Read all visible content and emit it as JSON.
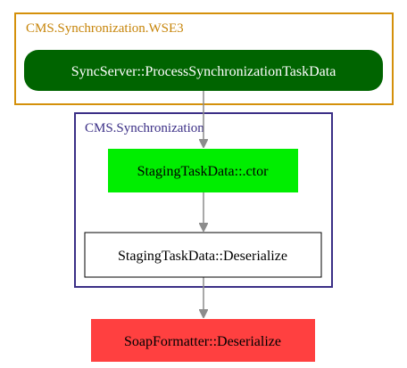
{
  "colors": {
    "cluster_wse3_border": "#d4900b",
    "cluster_wse3_label": "#c7850a",
    "cluster_sync_border": "#3b2f86",
    "cluster_sync_label": "#3b2f86",
    "node_syncserver_fill": "#006400",
    "node_syncserver_text": "#ffffff",
    "node_ctor_fill": "#00ee00",
    "node_ctor_text": "#000000",
    "node_deserialize_fill": "#ffffff",
    "node_deserialize_border": "#000000",
    "node_soap_fill": "#ff4040",
    "node_soap_text": "#000000",
    "edge": "#8c8c8c"
  },
  "clusters": {
    "wse3": {
      "label": "CMS.Synchronization.WSE3"
    },
    "sync": {
      "label": "CMS.Synchronization"
    }
  },
  "nodes": {
    "syncserver": {
      "label": "SyncServer::ProcessSynchronizationTaskData"
    },
    "ctor": {
      "label": "StagingTaskData::.ctor"
    },
    "deserialize": {
      "label": "StagingTaskData::Deserialize"
    },
    "soap": {
      "label": "SoapFormatter::Deserialize"
    }
  },
  "edges": [
    {
      "from": "syncserver",
      "to": "ctor"
    },
    {
      "from": "ctor",
      "to": "deserialize"
    },
    {
      "from": "deserialize",
      "to": "soap"
    }
  ]
}
